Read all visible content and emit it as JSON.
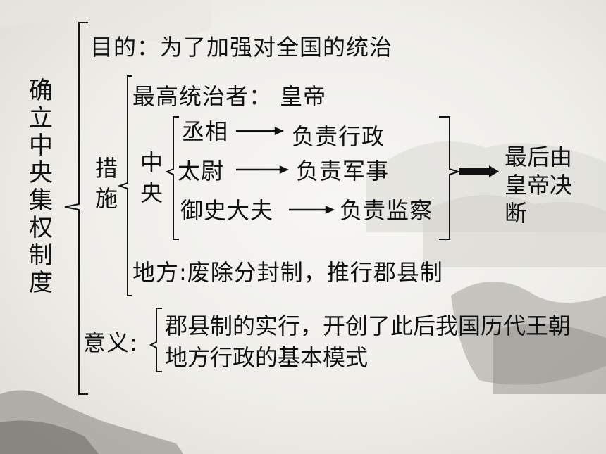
{
  "title_vertical": "确立中央集权制度",
  "purpose": "目的：为了加强对全国的统治",
  "measures_label": "措施",
  "supreme_ruler": "最高统治者： 皇帝",
  "central_label": "中央",
  "officials": [
    {
      "title": "丞相",
      "duty": "负责行政"
    },
    {
      "title": "太尉",
      "duty": "负责军事"
    },
    {
      "title": "御史大夫",
      "duty": "负责监察"
    }
  ],
  "final_decision": "最后由皇帝决断",
  "local": "地方:废除分封制，推行郡县制",
  "significance_label": "意义:",
  "significance_text": "郡县制的实行，开创了此后我国历代王朝地方行政的基本模式"
}
